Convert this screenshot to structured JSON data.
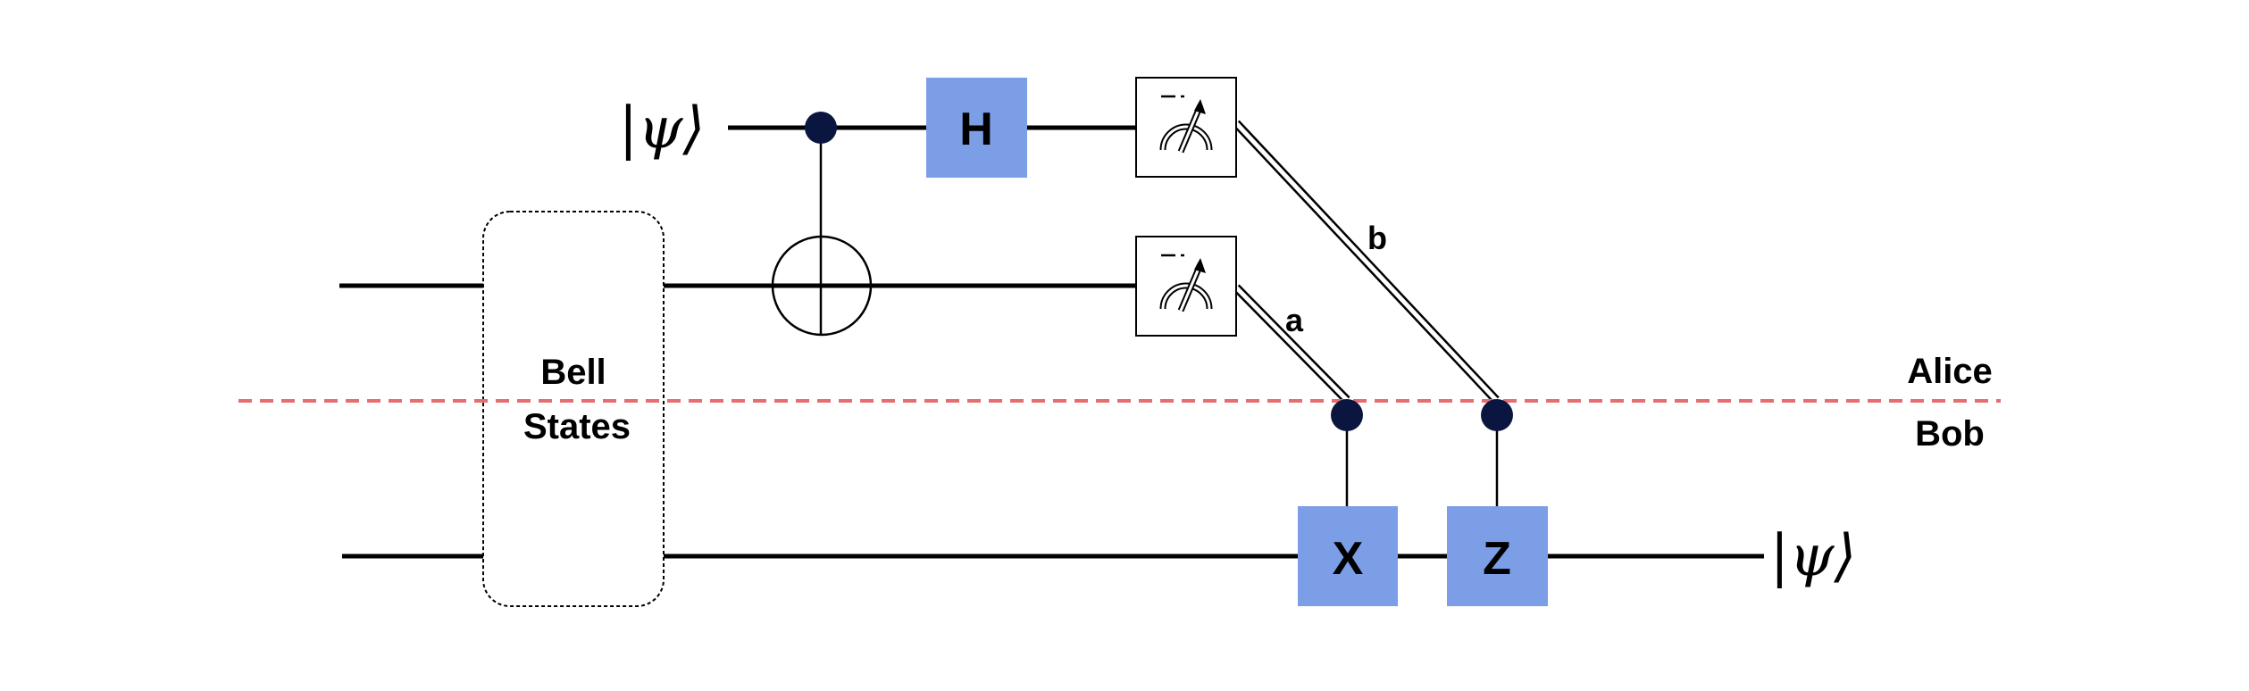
{
  "circuit": {
    "input_state": "|ψ⟩",
    "output_state": "|ψ⟩",
    "bell_label_line1": "Bell",
    "bell_label_line2": "States",
    "gates": {
      "hadamard": "H",
      "x_correction": "X",
      "z_correction": "Z"
    },
    "classical_bits": {
      "a": "a",
      "b": "b"
    },
    "parties": {
      "top": "Alice",
      "bottom": "Bob"
    }
  },
  "colors": {
    "gate_fill": "#7B9EE6",
    "control_dot": "#0B1640",
    "divider": "#E56E72",
    "wire": "#000000"
  }
}
